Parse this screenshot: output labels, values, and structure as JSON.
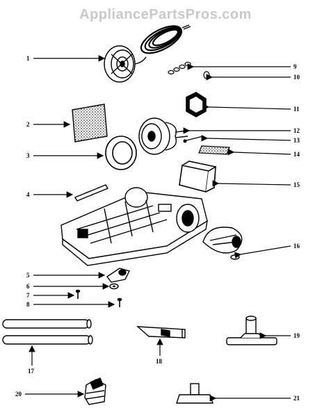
{
  "watermark": "AppliancePartsPros.com",
  "callouts": [
    {
      "id": "1",
      "label": "1"
    },
    {
      "id": "2",
      "label": "2"
    },
    {
      "id": "3",
      "label": "3"
    },
    {
      "id": "4",
      "label": "4"
    },
    {
      "id": "5",
      "label": "5"
    },
    {
      "id": "6",
      "label": "6"
    },
    {
      "id": "7",
      "label": "7"
    },
    {
      "id": "8",
      "label": "8"
    },
    {
      "id": "9",
      "label": "9"
    },
    {
      "id": "10",
      "label": "10"
    },
    {
      "id": "11",
      "label": "11"
    },
    {
      "id": "12",
      "label": "12"
    },
    {
      "id": "13",
      "label": "13"
    },
    {
      "id": "14",
      "label": "14"
    },
    {
      "id": "15",
      "label": "15"
    },
    {
      "id": "16",
      "label": "16"
    },
    {
      "id": "17",
      "label": "17"
    },
    {
      "id": "18",
      "label": "18"
    },
    {
      "id": "19",
      "label": "19"
    },
    {
      "id": "20",
      "label": "20"
    },
    {
      "id": "21",
      "label": "21"
    }
  ],
  "colors": {
    "ink": "#000000",
    "watermark": "#c9c9c9",
    "background": "#ffffff"
  }
}
